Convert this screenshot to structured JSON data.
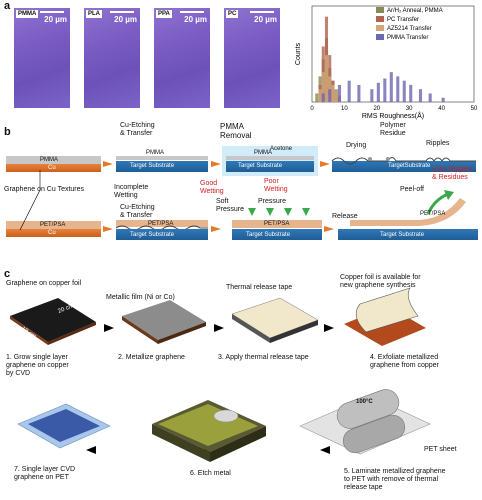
{
  "panel_a": {
    "label": "a",
    "images": [
      {
        "tag": "PMMA",
        "scale": "20 µm"
      },
      {
        "tag": "PLA",
        "scale": "20 µm"
      },
      {
        "tag": "PPA",
        "scale": "20 µm"
      },
      {
        "tag": "PC",
        "scale": "20 µm"
      }
    ]
  },
  "chart_data": {
    "type": "bar",
    "title": "",
    "xlabel": "RMS Roughness(Å)",
    "ylabel": "Counts",
    "xlim": [
      0,
      50
    ],
    "xticks": [
      "0",
      "10",
      "20",
      "30",
      "40",
      "50"
    ],
    "legend_position": "top-right",
    "series": [
      {
        "name": "Ar/H₂ Anneal, PMMA",
        "color": "#8a8a57",
        "bins": [
          [
            1,
            4
          ],
          [
            2,
            12
          ],
          [
            3,
            20
          ],
          [
            4,
            30
          ],
          [
            5,
            16
          ],
          [
            6,
            10
          ],
          [
            7,
            6
          ],
          [
            8,
            3
          ]
        ]
      },
      {
        "name": "PC Transfer",
        "color": "#b0634e",
        "bins": [
          [
            2,
            8
          ],
          [
            3,
            26
          ],
          [
            4,
            40
          ],
          [
            5,
            22
          ],
          [
            6,
            10
          ],
          [
            7,
            5
          ]
        ]
      },
      {
        "name": "AZ5214 Transfer",
        "color": "#d3a77a",
        "bins": [
          [
            2,
            6
          ],
          [
            3,
            14
          ],
          [
            4,
            22
          ],
          [
            5,
            12
          ],
          [
            6,
            8
          ],
          [
            7,
            5
          ],
          [
            8,
            3
          ]
        ]
      },
      {
        "name": "PMMA Transfer",
        "color": "#6b67b0",
        "bins": [
          [
            3,
            4
          ],
          [
            5,
            6
          ],
          [
            8,
            8
          ],
          [
            11,
            10
          ],
          [
            14,
            8
          ],
          [
            18,
            6
          ],
          [
            20,
            9
          ],
          [
            22,
            11
          ],
          [
            24,
            14
          ],
          [
            26,
            12
          ],
          [
            28,
            10
          ],
          [
            30,
            8
          ],
          [
            33,
            6
          ],
          [
            36,
            4
          ],
          [
            40,
            2
          ]
        ]
      }
    ]
  },
  "panel_b": {
    "label": "b",
    "top": {
      "step1": "Cu-Etching\n& Transfer",
      "step2": "PMMA\nRemoval",
      "acetone": "Acetone",
      "step3": "Drying",
      "residue": "Polymer\nResidue",
      "ripples": "Ripples",
      "pmma": "PMMA",
      "cu": "Cu",
      "target": "Target Substrate",
      "target_short": "TargetSubstrate",
      "poor_wetting": "Poor\nWetting"
    },
    "bottom": {
      "step1": "Cu-Etching\n& Transfer",
      "incomplete": "Incomplete\nWetting",
      "good_wetting": "Good\nWetting",
      "soft_pressure": "Soft\nPressure",
      "pressure": "Pressure",
      "release": "Release",
      "peel": "Peel-off",
      "less": "Less Ripples\n& Residues",
      "pet": "PET/PSA",
      "cu": "Cu",
      "target": "Target Substrate"
    },
    "graphene_label": "Graphene on Cu Textures"
  },
  "panel_c": {
    "label": "c",
    "foil_label": "Graphene on copper foil",
    "dim_w": "20 cm",
    "dim_h": "18 cm",
    "metal_label": "Metallic film (Ni or Co)",
    "tape_label": "Thermal release tape",
    "foil_reuse": "Copper foil is available for\nnew graphene synthesis",
    "temp": "100°C",
    "pet_sheet": "PET sheet",
    "steps": [
      "1. Grow single layer\ngraphene on copper\nby CVD",
      "2. Metallize graphene",
      "3. Apply thermal release tape",
      "4. Exfoliate metallized\ngraphene from copper",
      "5. Laminate metallized graphene\nto PET with remove of thermal\nrelease tape",
      "6. Etch metal",
      "7. Single layer CVD\ngraphene on PET"
    ]
  }
}
